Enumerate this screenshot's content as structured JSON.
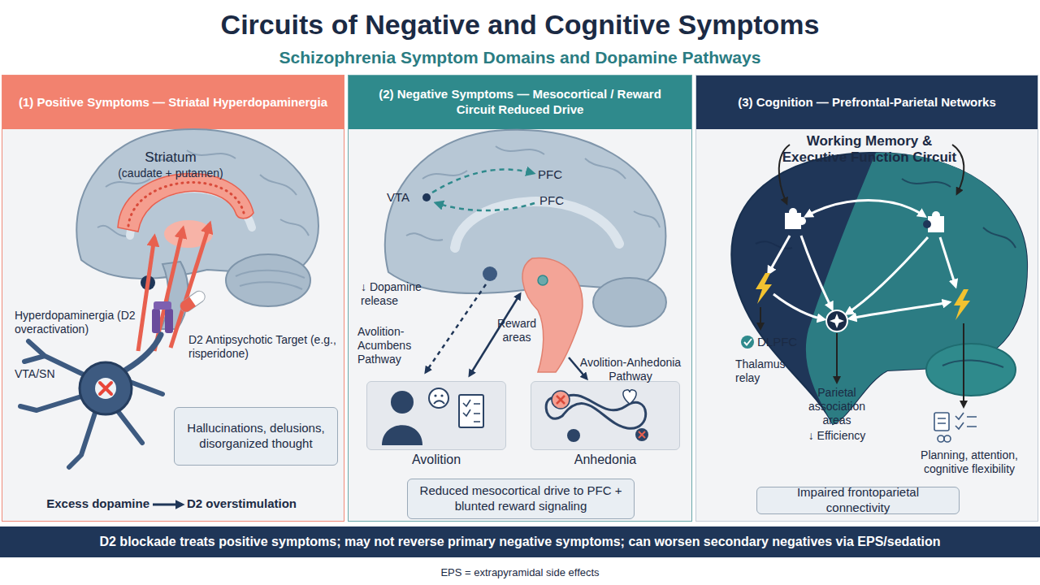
{
  "diagram": {
    "title": "Circuits of Negative and Cognitive Symptoms",
    "nodes": [
      {
        "text": [
          "(1) Positive Symptoms — Striatal Hyperdopaminergia"
        ]
      },
      {
        "text": [
          "Hallucinations, delusions, disorganized thought"
        ],
        "in": 0
      },
      {
        "text": [
          "(2) Negative Symptoms — Mesocortical / Reward Circuit Reduced Drive"
        ]
      },
      {
        "text": [
          "Avolition"
        ],
        "in": 2
      },
      {
        "text": [
          "Anhedonia"
        ],
        "in": 2
      },
      {
        "text": [
          "Reduced mesocortical drive to PFC + blunted reward signaling"
        ],
        "in": 2
      },
      {
        "text": [
          "(3) Cognition — Prefrontal-Parietal Networks"
        ]
      },
      {
        "text": [
          "Impaired frontoparietal connectivity"
        ],
        "in": 6
      },
      {
        "text": [
          "D2 blockade treats positive symptoms; may not reverse primary negative symptoms; can worsen secondary negatives via EPS/sedation"
        ]
      }
    ],
    "labels": [
      "Schizophrenia Symptom Domains and Dopamine Pathways",
      "Striatum",
      "(caudate + putamen)",
      "Hyperdopaminergia (D2 overactivation)",
      "VTA/SN",
      "D2 Antipsychotic Target (e.g., risperidone)",
      "Excess dopamine",
      "D2 overstimulation",
      "VTA",
      "PFC",
      "PFC",
      "↓ Dopamine release",
      "Avolition-Acumbens Pathway",
      "Reward areas",
      "Avolition-Anhedonia Pathway",
      "Working Memory & Executive Function Circuit",
      "DLPFC",
      "Thalamus relay",
      "Parietal association areas",
      "↓ Efficiency",
      "Planning, attention, cognitive flexibility",
      "EPS = extrapyramidal side effects"
    ]
  }
}
